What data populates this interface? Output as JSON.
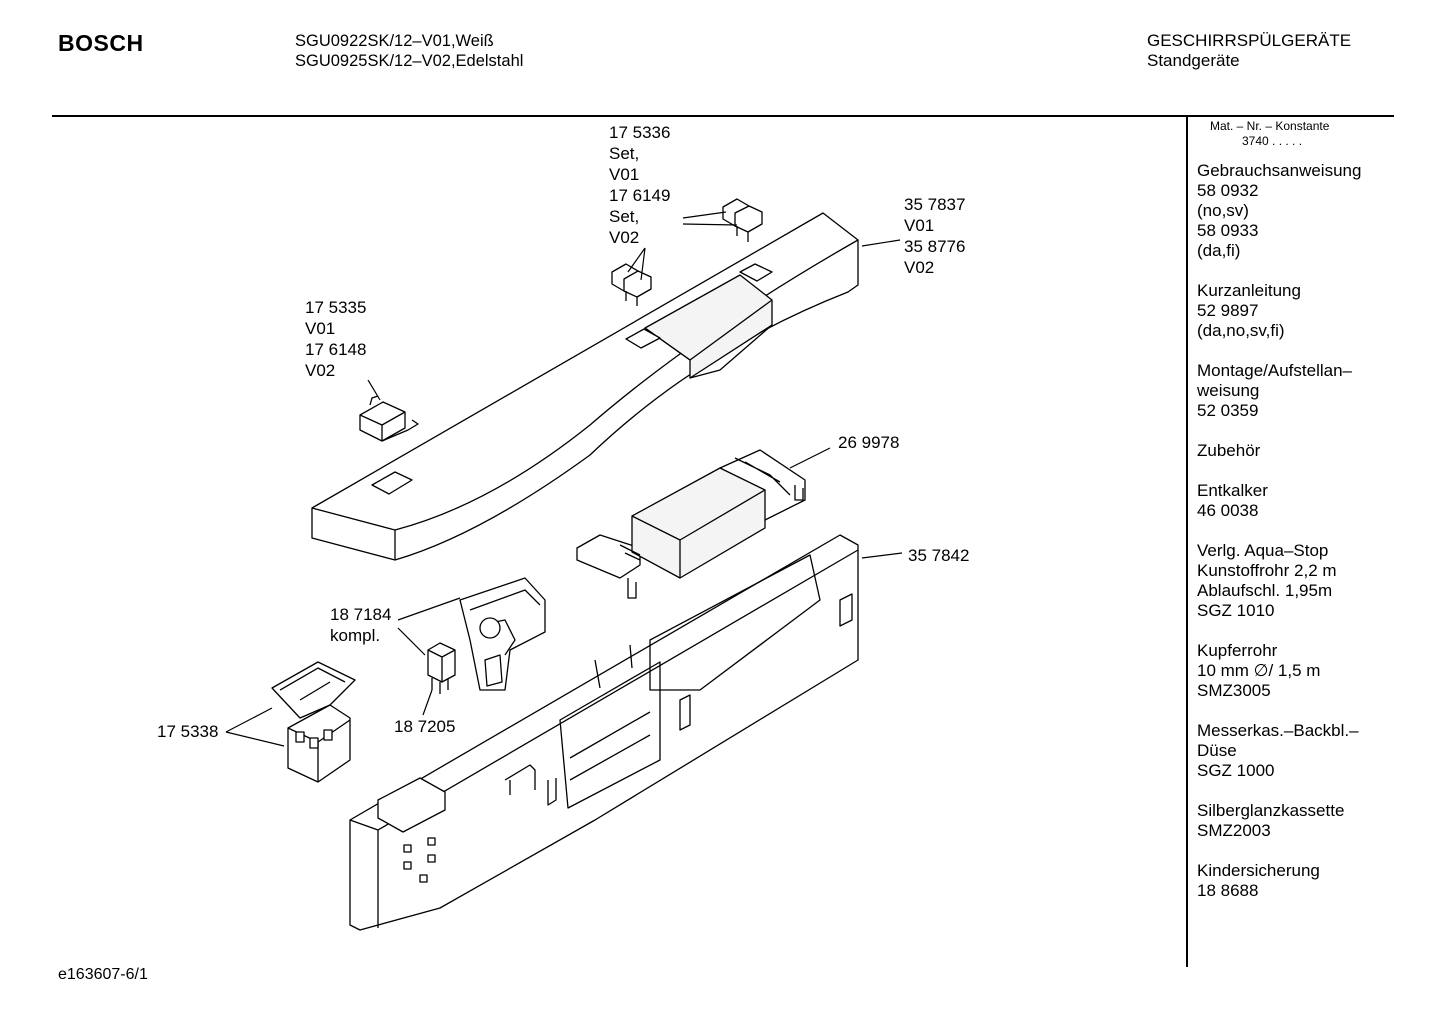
{
  "header": {
    "brand": "BOSCH",
    "models": [
      "SGU0922SK/12–V01,Weiß",
      "SGU0925SK/12–V02,Edelstahl"
    ],
    "category": [
      "GESCHIRRSPÜLGERÄTE",
      "Standgeräte"
    ]
  },
  "sidebar": {
    "matnr_label": "Mat. – Nr. – Konstante",
    "matnr_value": "3740  .   .   .  .  .",
    "sections": [
      {
        "lines": [
          "Gebrauchsanweisung",
          "58 0932",
          "(no,sv)",
          "58 0933",
          "(da,fi)"
        ]
      },
      {
        "lines": [
          "Kurzanleitung",
          "52 9897",
          "(da,no,sv,fi)"
        ]
      },
      {
        "lines": [
          "Montage/Aufstellan–",
          "weisung",
          "52 0359"
        ]
      },
      {
        "lines": [
          " "
        ]
      },
      {
        "lines": [
          "Zubehör"
        ]
      },
      {
        "lines": [
          "Entkalker",
          "46 0038"
        ]
      },
      {
        "lines": [
          "Verlg. Aqua–Stop",
          "Kunstoffrohr 2,2 m",
          "Ablaufschl. 1,95m",
          "SGZ 1010"
        ]
      },
      {
        "lines": [
          "Kupferrohr",
          "10 mm ∅/ 1,5 m",
          "SMZ3005"
        ]
      },
      {
        "lines": [
          "Messerkas.–Backbl.–",
          "Düse",
          "SGZ 1000"
        ]
      },
      {
        "lines": [
          "Silberglanzkassette",
          "SMZ2003"
        ]
      },
      {
        "lines": [
          "Kindersicherung",
          "18 8688"
        ]
      }
    ]
  },
  "parts": {
    "p175336": [
      "17 5336",
      "Set,",
      " V01",
      "17 6149",
      "Set,",
      " V02"
    ],
    "p357837": [
      "35 7837",
      "V01",
      "35 8776",
      "V02"
    ],
    "p175335": [
      "17 5335",
      "V01",
      "17 6148",
      "V02"
    ],
    "p269978": [
      "26 9978"
    ],
    "p357842": [
      "35 7842"
    ],
    "p187184": [
      "18 7184",
      "kompl."
    ],
    "p187205": [
      "18 7205"
    ],
    "p175338": [
      "17 5338"
    ]
  },
  "footer": {
    "code": "e163607-6/1"
  }
}
